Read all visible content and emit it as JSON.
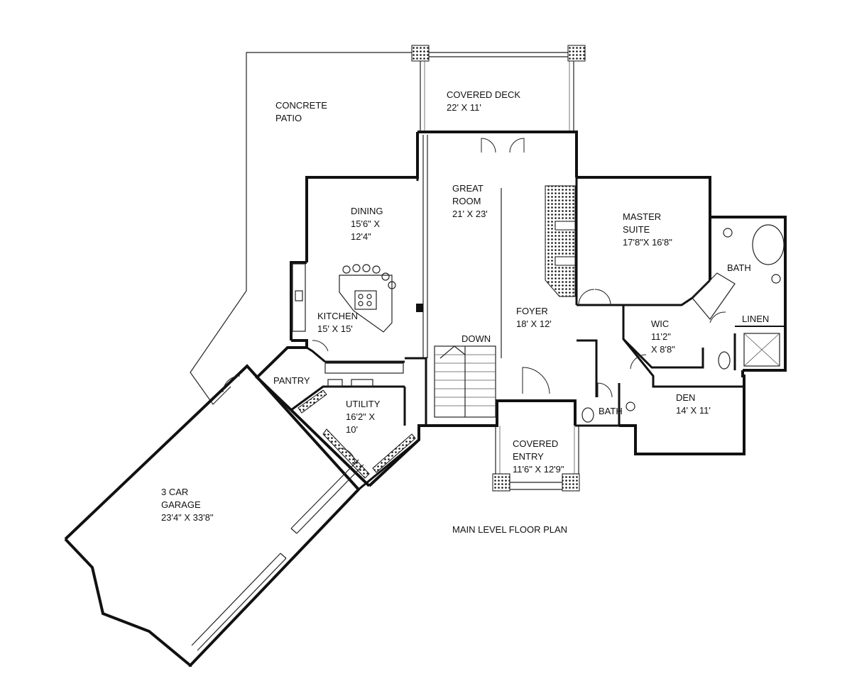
{
  "plan_title": "MAIN LEVEL FLOOR PLAN",
  "rooms": {
    "patio": {
      "name": "CONCRETE",
      "name2": "PATIO"
    },
    "deck": {
      "name": "COVERED DECK",
      "dims": "22' X 11'"
    },
    "great_room": {
      "name": "GREAT",
      "name2": "ROOM",
      "dims": "21' X 23'"
    },
    "dining": {
      "name": "DINING",
      "dims": "15'6\" X",
      "dims2": "12'4\""
    },
    "master": {
      "name": "MASTER",
      "name2": "SUITE",
      "dims": "17'8\"X 16'8\""
    },
    "master_bath": {
      "name": "BATH"
    },
    "linen": {
      "name": "LINEN"
    },
    "kitchen": {
      "name": "KITCHEN",
      "dims": "15' X 15'"
    },
    "foyer": {
      "name": "FOYER",
      "dims": "18' X 12'"
    },
    "wic": {
      "name": "WIC",
      "dims": "11'2\"",
      "dims2": "X 8'8\""
    },
    "stairs": {
      "name": "DOWN"
    },
    "pantry": {
      "name": "PANTRY"
    },
    "utility": {
      "name": "UTILITY",
      "dims": "16'2\" X",
      "dims2": "10'"
    },
    "bath": {
      "name": "BATH"
    },
    "den": {
      "name": "DEN",
      "dims": "14' X 11'"
    },
    "entry": {
      "name": "COVERED",
      "name2": "ENTRY",
      "dims": "11'6\" X 12'9\""
    },
    "garage": {
      "name": "3 CAR",
      "name2": "GARAGE",
      "dims": "23'4\" X 33'8\""
    }
  }
}
